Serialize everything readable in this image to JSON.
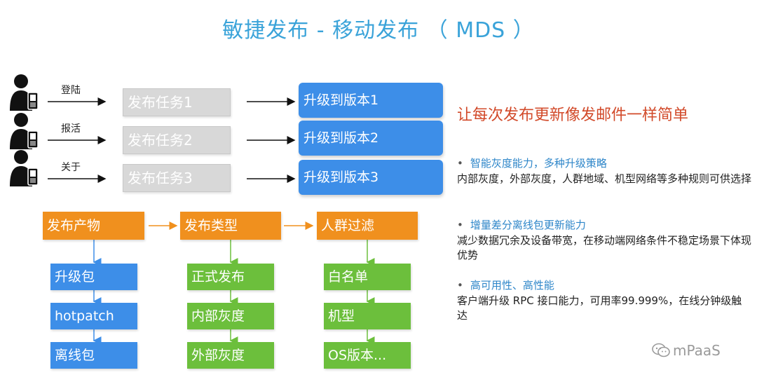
{
  "title": "敏捷发布 - 移动发布 （ MDS ）",
  "users": [
    {
      "action": "登陆",
      "task": "发布任务1",
      "version": "升级到版本1"
    },
    {
      "action": "报活",
      "task": "发布任务2",
      "version": "升级到版本2"
    },
    {
      "action": "关于",
      "task": "发布任务3",
      "version": "升级到版本3"
    }
  ],
  "flow": {
    "columns": [
      {
        "header": "发布产物",
        "items": [
          "升级包",
          "hotpatch",
          "离线包"
        ]
      },
      {
        "header": "发布类型",
        "items": [
          "正式发布",
          "内部灰度",
          "外部灰度"
        ]
      },
      {
        "header": "人群过滤",
        "items": [
          "白名单",
          "机型",
          "OS版本..."
        ]
      }
    ]
  },
  "slogan": "让每次发布更新像发邮件一样简单",
  "features": [
    {
      "title": "智能灰度能力，多种升级策略",
      "desc": "内部灰度，外部灰度，人群地域、机型网络等多种规则可供选择"
    },
    {
      "title": "增量差分离线包更新能力",
      "desc": "减少数据冗余及设备带宽，在移动端网络条件不稳定场景下体现优势"
    },
    {
      "title": "高可用性、高性能",
      "desc": "客户端升级 RPC 接口能力，可用率99.999%，在线分钟级触达"
    }
  ],
  "bullet": "•",
  "watermark": "mPaaS",
  "colors": {
    "title": "#3aa3d9",
    "version_box": "#3d8ee8",
    "header_box": "#f0901e",
    "green_box": "#6cbf3c",
    "slogan": "#d24a2a",
    "feature_title": "#2e86c9"
  }
}
